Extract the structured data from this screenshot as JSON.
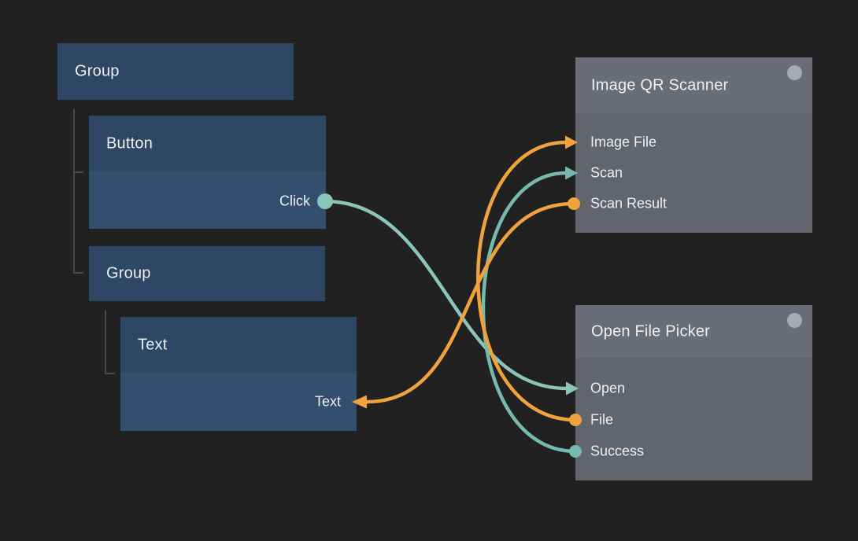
{
  "colors": {
    "background": "#212122",
    "box_header": "#2d4764",
    "box_body": "#344f6d",
    "node_header": "#6a6d77",
    "node_body": "#63656e",
    "badge": "#a8aab1",
    "tree_line": "#46494c",
    "text": "#edeff1",
    "teal": "#76b9ae",
    "teal_light": "#8cc4ba",
    "orange": "#f0a33d"
  },
  "tree": [
    {
      "title": "Group",
      "ports": []
    },
    {
      "title": "Button",
      "ports": [
        {
          "label": "Click",
          "type": "output",
          "color": "teal_light"
        }
      ]
    },
    {
      "title": "Group",
      "ports": []
    },
    {
      "title": "Text",
      "ports": [
        {
          "label": "Text",
          "type": "input",
          "color": "orange"
        }
      ]
    }
  ],
  "nodes": [
    {
      "title": "Image QR Scanner",
      "badge_icon": "status-dot",
      "ports": [
        {
          "label": "Image File",
          "type": "input",
          "color": "orange"
        },
        {
          "label": "Scan",
          "type": "input",
          "color": "teal"
        },
        {
          "label": "Scan Result",
          "type": "output",
          "color": "orange"
        }
      ]
    },
    {
      "title": "Open File Picker",
      "badge_icon": "status-dot",
      "ports": [
        {
          "label": "Open",
          "type": "input",
          "color": "teal"
        },
        {
          "label": "File",
          "type": "output",
          "color": "orange"
        },
        {
          "label": "Success",
          "type": "output",
          "color": "teal"
        }
      ]
    }
  ],
  "connections": [
    {
      "from": "Button.Click",
      "to": "Open File Picker.Open",
      "color": "teal_light"
    },
    {
      "from": "Open File Picker.Success",
      "to": "Image QR Scanner.Scan",
      "color": "teal"
    },
    {
      "from": "Open File Picker.File",
      "to": "Image QR Scanner.Image File",
      "color": "orange"
    },
    {
      "from": "Image QR Scanner.Scan Result",
      "to": "Text.Text",
      "color": "orange"
    }
  ]
}
